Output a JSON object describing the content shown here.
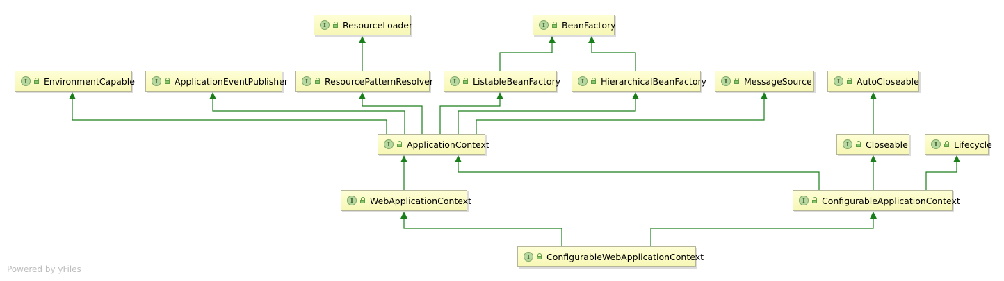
{
  "nodes": [
    {
      "id": "resource-loader",
      "label": "ResourceLoader",
      "icon": "I"
    },
    {
      "id": "bean-factory",
      "label": "BeanFactory",
      "icon": "I"
    },
    {
      "id": "environment-capable",
      "label": "EnvironmentCapable",
      "icon": "I"
    },
    {
      "id": "application-event-publisher",
      "label": "ApplicationEventPublisher",
      "icon": "I"
    },
    {
      "id": "resource-pattern-resolver",
      "label": "ResourcePatternResolver",
      "icon": "I"
    },
    {
      "id": "listable-bean-factory",
      "label": "ListableBeanFactory",
      "icon": "I"
    },
    {
      "id": "hierarchical-bean-factory",
      "label": "HierarchicalBeanFactory",
      "icon": "I"
    },
    {
      "id": "message-source",
      "label": "MessageSource",
      "icon": "I"
    },
    {
      "id": "auto-closeable",
      "label": "AutoCloseable",
      "icon": "I"
    },
    {
      "id": "application-context",
      "label": "ApplicationContext",
      "icon": "I"
    },
    {
      "id": "closeable",
      "label": "Closeable",
      "icon": "I"
    },
    {
      "id": "lifecycle",
      "label": "Lifecycle",
      "icon": "I"
    },
    {
      "id": "web-application-context",
      "label": "WebApplicationContext",
      "icon": "I"
    },
    {
      "id": "configurable-application-context",
      "label": "ConfigurableApplicationContext",
      "icon": "I"
    },
    {
      "id": "configurable-web-application-context",
      "label": "ConfigurableWebApplicationContext",
      "icon": "I"
    }
  ],
  "edges": [
    {
      "from": "resource-pattern-resolver",
      "to": "resource-loader"
    },
    {
      "from": "listable-bean-factory",
      "to": "bean-factory"
    },
    {
      "from": "hierarchical-bean-factory",
      "to": "bean-factory"
    },
    {
      "from": "application-context",
      "to": "environment-capable"
    },
    {
      "from": "application-context",
      "to": "application-event-publisher"
    },
    {
      "from": "application-context",
      "to": "resource-pattern-resolver"
    },
    {
      "from": "application-context",
      "to": "listable-bean-factory"
    },
    {
      "from": "application-context",
      "to": "hierarchical-bean-factory"
    },
    {
      "from": "application-context",
      "to": "message-source"
    },
    {
      "from": "closeable",
      "to": "auto-closeable"
    },
    {
      "from": "web-application-context",
      "to": "application-context"
    },
    {
      "from": "configurable-application-context",
      "to": "application-context"
    },
    {
      "from": "configurable-application-context",
      "to": "closeable"
    },
    {
      "from": "configurable-application-context",
      "to": "lifecycle"
    },
    {
      "from": "configurable-web-application-context",
      "to": "web-application-context"
    },
    {
      "from": "configurable-web-application-context",
      "to": "configurable-application-context"
    }
  ],
  "colors": {
    "edge": "#1a7f1a",
    "node_fill": "#fdfdc8",
    "node_border": "#b5b59a",
    "icon_fill": "#b7d7a0"
  },
  "watermark": "Powered by yFiles"
}
